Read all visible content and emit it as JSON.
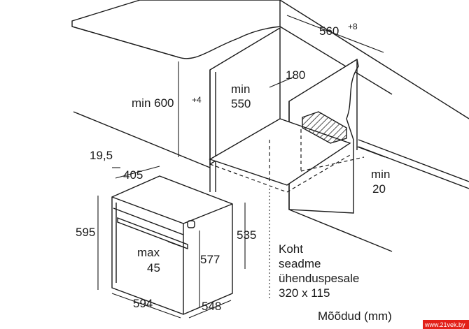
{
  "dimensions": {
    "cabinet_width": "560",
    "cabinet_width_tolerance": "+8",
    "min_height_label": "min 600",
    "min_height_tolerance": "+4",
    "min_inner_depth_line1": "min",
    "min_inner_depth_line2": "550",
    "ventilation_gap": "180",
    "rear_gap_line1": "min",
    "rear_gap_line2": "20",
    "front_frame_offset": "19,5",
    "front_depth": "405",
    "oven_height": "595",
    "oven_width": "594",
    "oven_depth": "548",
    "oven_side_height": "535",
    "inner_height": "577",
    "handle_max_line1": "max",
    "handle_max_line2": "45"
  },
  "notes": {
    "socket_line1": "Koht",
    "socket_line2": "seadme",
    "socket_line3": "ühenduspesale",
    "socket_line4": "320 x 115",
    "units": "Mõõdud (mm)"
  },
  "watermark": "www.21vek.by",
  "colors": {
    "line": "#1a1a1a",
    "fill_white": "#ffffff",
    "watermark_bg": "#e32119"
  }
}
